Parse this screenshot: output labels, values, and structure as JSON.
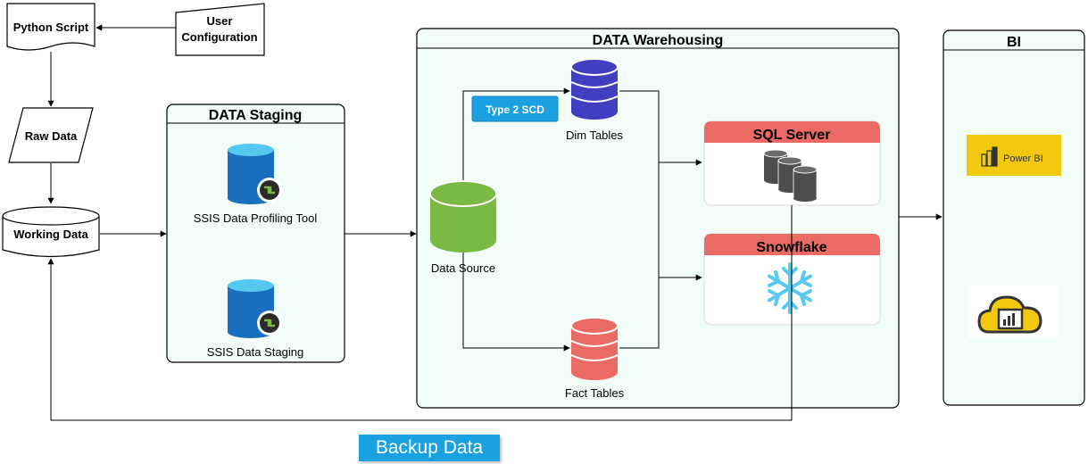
{
  "nodes": {
    "python_script": "Python Script",
    "user_configuration_line1": "User",
    "user_configuration_line2": "Configuration",
    "raw_data": "Raw Data",
    "working_data": "Working Data",
    "data_source": "Data Source",
    "dim_tables": "Dim Tables",
    "fact_tables": "Fact Tables",
    "type2_scd": "Type 2 SCD",
    "ssis_profiling": "SSIS Data Profiling Tool",
    "ssis_staging": "SSIS Data Staging",
    "backup_data": "Backup Data"
  },
  "groups": {
    "staging_title": "DATA Staging",
    "warehouse_title": "DATA Warehousing",
    "bi_title": "BI",
    "sql_server": "SQL Server",
    "snowflake": "Snowflake"
  },
  "bi": {
    "power_bi_label": "Power BI"
  },
  "colors": {
    "container_fill": "#f3fdf8",
    "header_red": "#ea6b66",
    "dim_blue": "#3f3fbf",
    "fact_red": "#ea6b66",
    "source_green": "#7ab944",
    "azure_blue": "#1b6fbf",
    "badge_blue": "#1ba1e2",
    "powerbi_yellow": "#f2c811"
  },
  "icons": [
    "database-icon",
    "ssis-icon",
    "sql-server-icon",
    "snowflake-icon",
    "power-bi-icon",
    "power-bi-gateway-icon"
  ]
}
